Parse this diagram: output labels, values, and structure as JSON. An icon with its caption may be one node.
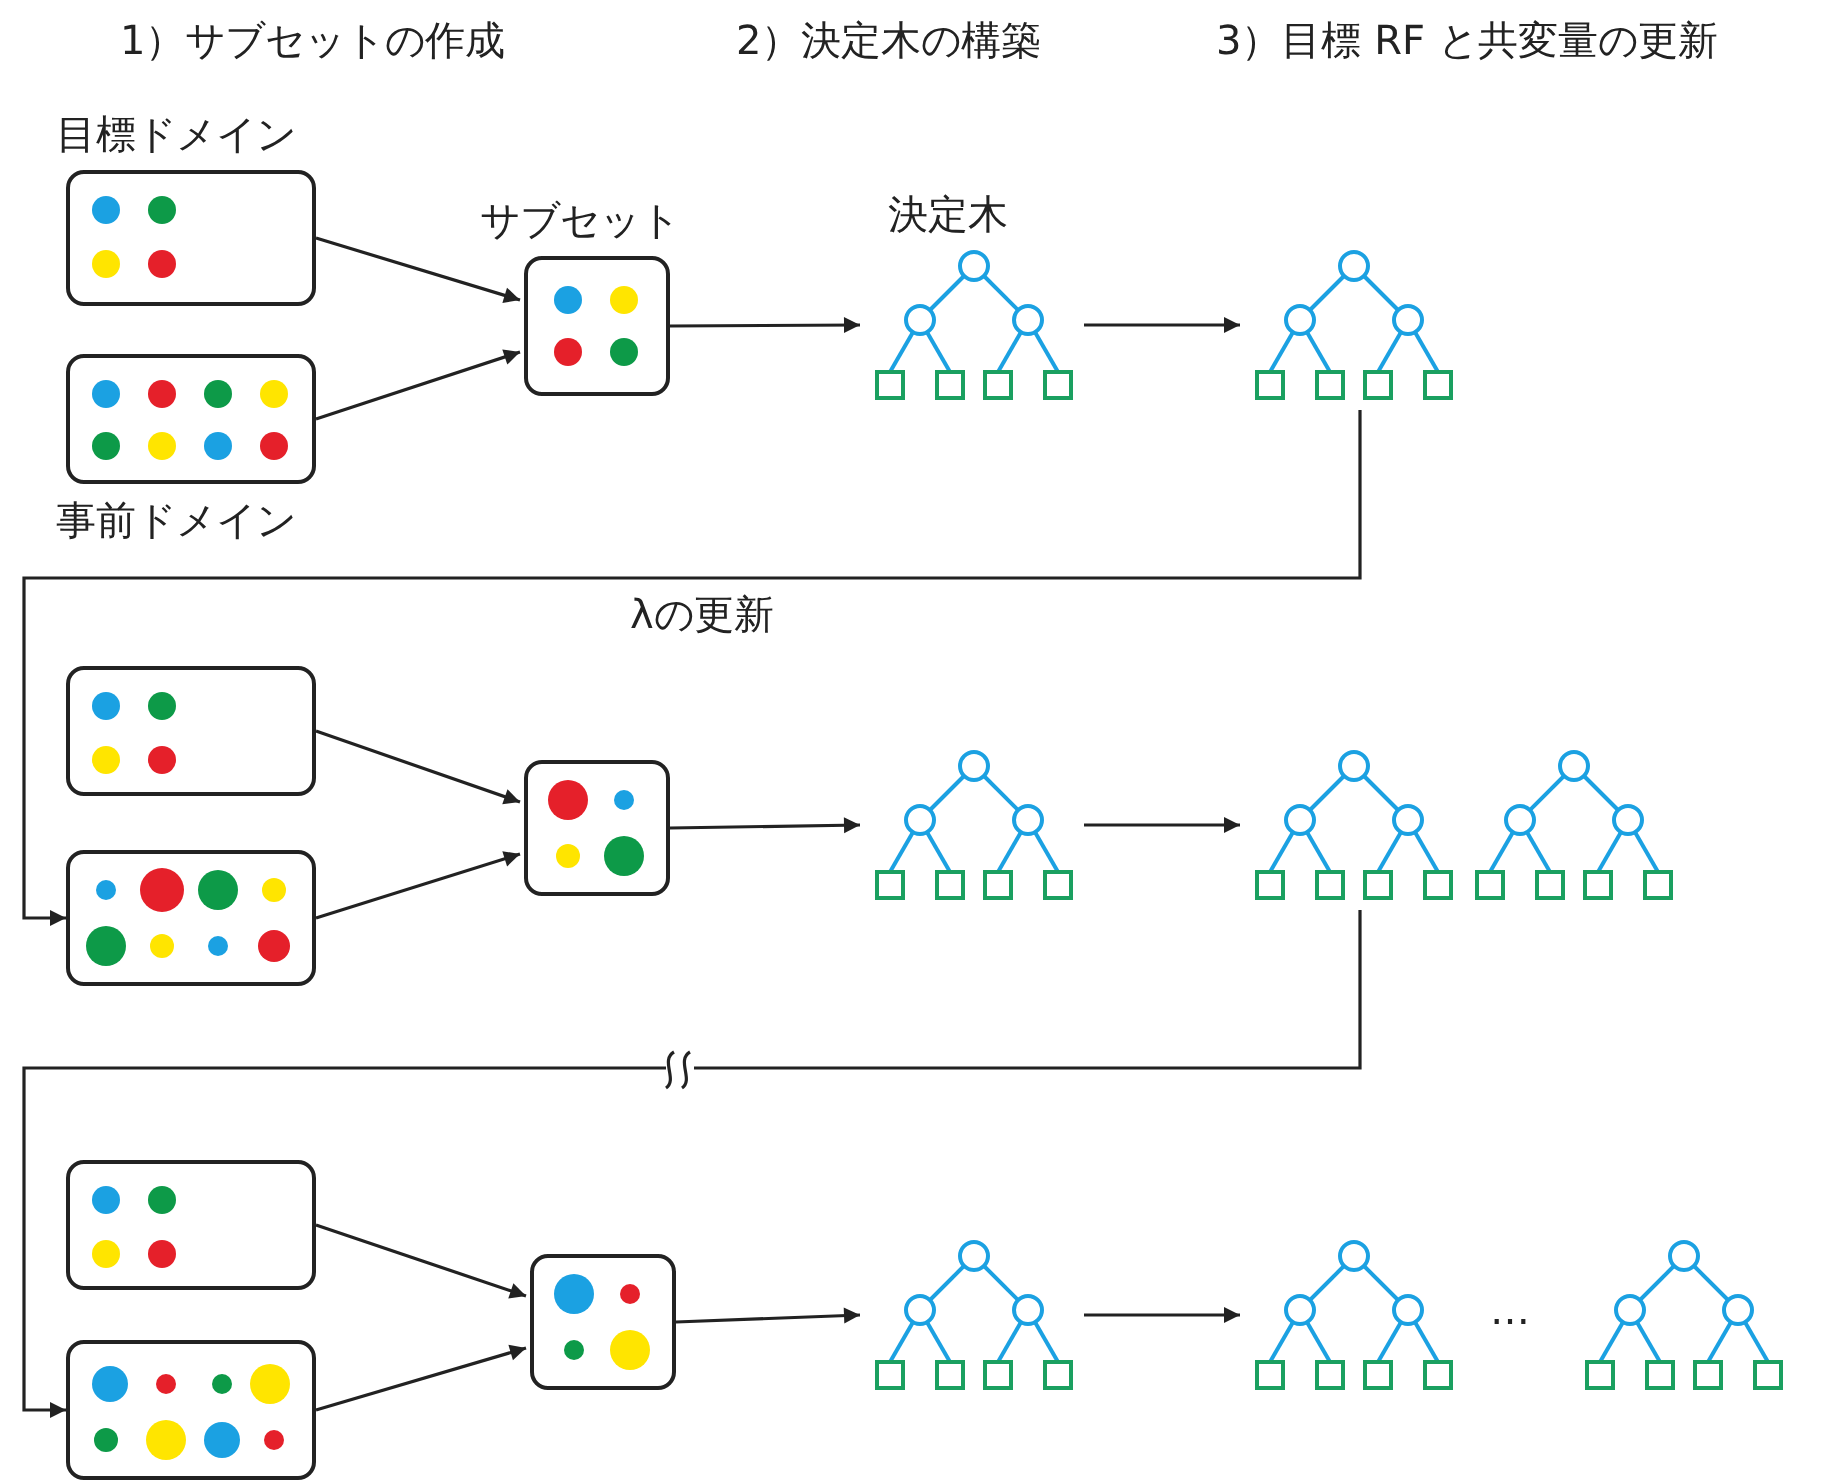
{
  "diagram": {
    "nodes": [
      {
        "text": [
          "目標ドメイン"
        ]
      },
      {
        "text": [
          "事前ドメイン"
        ]
      },
      {
        "text": [
          "サブセット"
        ]
      },
      {
        "text": [
          "決定木"
        ]
      },
      {
        "text": [],
        "shape": "tree"
      },
      {
        "text": [],
        "shape": "box"
      },
      {
        "text": [],
        "shape": "box"
      },
      {
        "text": [],
        "shape": "box"
      },
      {
        "text": [],
        "shape": "tree"
      },
      {
        "text": [],
        "shape": "tree"
      },
      {
        "text": [],
        "shape": "tree"
      },
      {
        "text": [],
        "shape": "box"
      },
      {
        "text": [],
        "shape": "box"
      },
      {
        "text": [],
        "shape": "box"
      },
      {
        "text": [],
        "shape": "tree"
      },
      {
        "text": [],
        "shape": "tree"
      },
      {
        "text": [],
        "shape": "tree"
      }
    ],
    "edges": [
      {
        "from": 0,
        "to": 2,
        "arrow": "to"
      },
      {
        "from": 1,
        "to": 2,
        "arrow": "to"
      },
      {
        "from": 2,
        "to": 3,
        "arrow": "to"
      },
      {
        "from": 3,
        "to": 4,
        "arrow": "to"
      },
      {
        "from": 4,
        "to": 6,
        "arrow": "to",
        "label": "λの更新"
      },
      {
        "from": 5,
        "to": 7,
        "arrow": "to"
      },
      {
        "from": 6,
        "to": 7,
        "arrow": "to"
      },
      {
        "from": 7,
        "to": 8,
        "arrow": "to"
      },
      {
        "from": 8,
        "to": 9,
        "arrow": "to"
      },
      {
        "from": 9,
        "to": 12,
        "arrow": "to"
      },
      {
        "from": 11,
        "to": 13,
        "arrow": "to"
      },
      {
        "from": 12,
        "to": 13,
        "arrow": "to"
      },
      {
        "from": 13,
        "to": 14,
        "arrow": "to"
      },
      {
        "from": 14,
        "to": 15,
        "arrow": "to"
      }
    ],
    "labels": [
      "1）サブセットの作成",
      "2）決定木の構築",
      "3）目標 RF と共変量の更新",
      "…"
    ]
  }
}
